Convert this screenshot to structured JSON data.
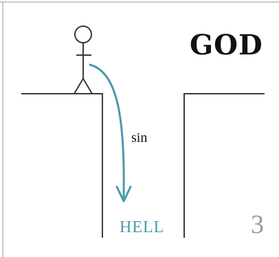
{
  "diagram": {
    "god_text": "GOD",
    "sin_text": "sin",
    "hell_text": "HELL",
    "page_number": "3",
    "colors": {
      "line": "#3a3a3a",
      "arrow": "#4a9aaa",
      "hell": "#4a9aaa",
      "page_number": "#9a9a9a",
      "frame": "#b8b8b8"
    }
  }
}
